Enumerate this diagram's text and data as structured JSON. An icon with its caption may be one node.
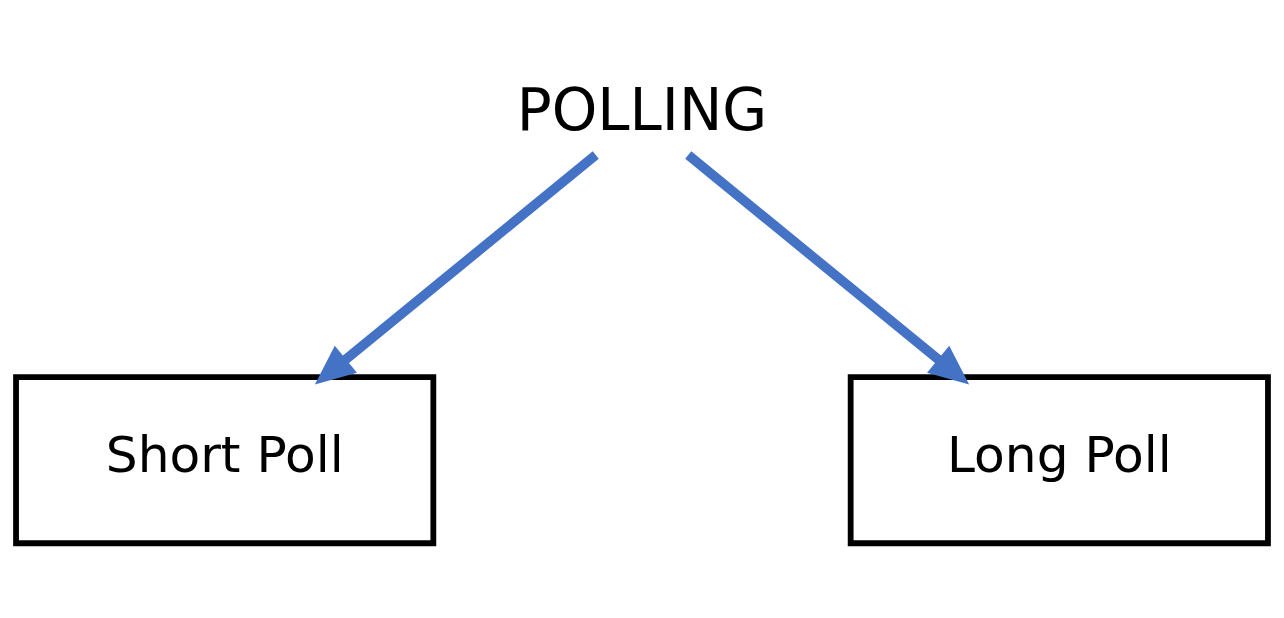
{
  "diagram": {
    "nodes": [
      {
        "text": [
          "POLLING"
        ]
      },
      {
        "text": [
          "Short Poll"
        ]
      },
      {
        "text": [
          "Long Poll"
        ]
      }
    ],
    "edges": [
      {
        "from": 0,
        "to": 1,
        "arrow": "to"
      },
      {
        "from": 0,
        "to": 2,
        "arrow": "to"
      }
    ]
  }
}
